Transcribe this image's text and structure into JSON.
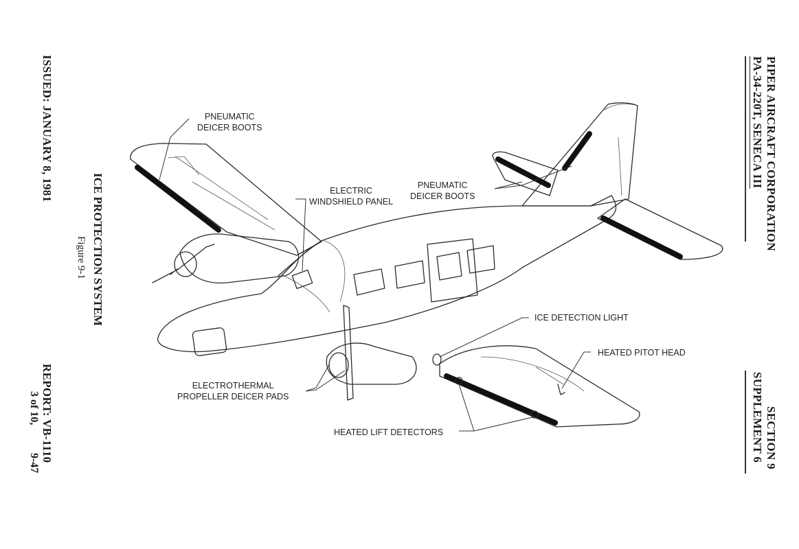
{
  "header": {
    "company": "PIPER AIRCRAFT CORPORATION",
    "model": "PA-34-220T, SENECA III",
    "section": "SECTION 9",
    "supplement": "SUPPLEMENT 6"
  },
  "footer": {
    "issued": "ISSUED: JANUARY 8, 1981",
    "report": "REPORT: VB-1110",
    "page_of": "3 of 10,",
    "page_number": "9-47"
  },
  "figure": {
    "title": "ICE PROTECTION SYSTEM",
    "caption": "Figure 9-1"
  },
  "callouts": {
    "wing_boots_1": "PNEUMATIC",
    "wing_boots_2": "DEICER BOOTS",
    "windshield_1": "ELECTRIC",
    "windshield_2": "WINDSHIELD PANEL",
    "tail_boots_1": "PNEUMATIC",
    "tail_boots_2": "DEICER BOOTS",
    "ice_light": "ICE DETECTION LIGHT",
    "pitot": "HEATED PITOT HEAD",
    "prop_1": "ELECTROTHERMAL",
    "prop_2": "PROPELLER DEICER PADS",
    "lift": "HEATED LIFT DETECTORS"
  }
}
